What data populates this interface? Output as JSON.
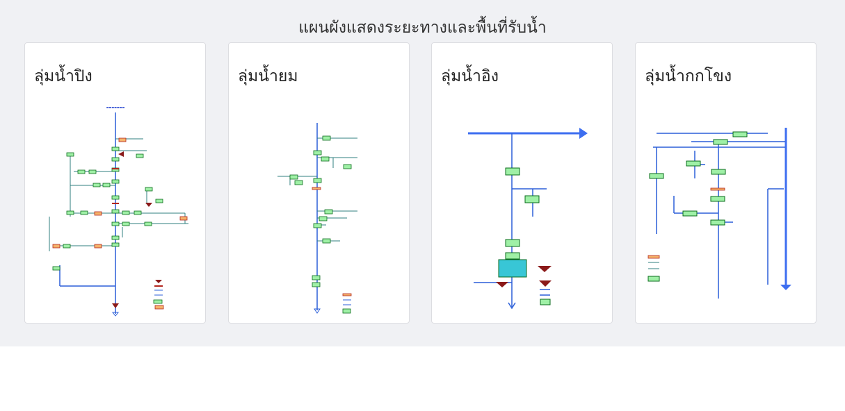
{
  "page": {
    "title": "แผนผังแสดงระยะทางและพื้นที่รับน้ำ"
  },
  "cards": [
    {
      "title": "ลุ่มน้ำปิง"
    },
    {
      "title": "ลุ่มน้ำยม"
    },
    {
      "title": "ลุ่มน้ำอิง"
    },
    {
      "title": "ลุ่มน้ำกกโขง"
    }
  ],
  "colors": {
    "river": "#2b5fd9",
    "arrow": "#3d6ef0",
    "tributary": "#2f7f7f",
    "station_fill": "#9ff0a6",
    "station_border": "#0b6b1c",
    "dam_fill": "#f5b26b",
    "dam_border": "#b3261e",
    "reservoir": "#38c6d6",
    "marker": "#8b1a1a"
  }
}
